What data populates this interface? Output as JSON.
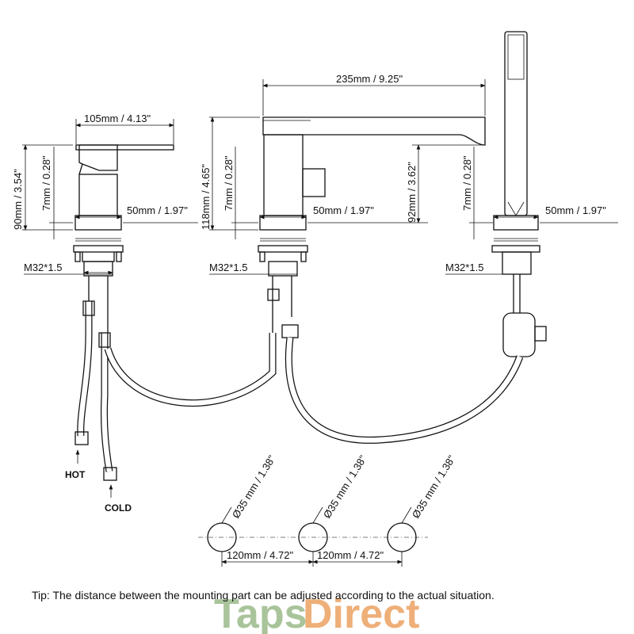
{
  "dimensions": {
    "basin_lever_width": "105mm / 4.13\"",
    "basin_height": "90mm / 3.54\"",
    "deck_thickness_left": "7mm / 0.28\"",
    "base_left": "50mm / 1.97\"",
    "thread_left": "M32*1.5",
    "spout_length": "235mm / 9.25\"",
    "spout_height": "118mm / 4.65\"",
    "deck_thickness_mid": "7mm / 0.28\"",
    "spout_outlet_height": "92mm / 3.62\"",
    "base_mid": "50mm / 1.97\"",
    "thread_mid": "M32*1.5",
    "deck_thickness_right": "7mm / 0.28\"",
    "base_right": "50mm / 1.97\"",
    "thread_right": "M32*1.5",
    "hole_1": "Ø35 mm / 1.38\"",
    "hole_2": "Ø35 mm / 1.38\"",
    "hole_3": "Ø35 mm / 1.38\"",
    "spacing_1": "120mm / 4.72\"",
    "spacing_2": "120mm / 4.72\""
  },
  "labels": {
    "hot": "HOT",
    "cold": "COLD"
  },
  "tip": "Tip:  The distance between the mounting part can be adjusted according to the actual situation.",
  "watermark": {
    "part1": "Taps",
    "part2": "Direct",
    "color1": "#a9c49a",
    "color2": "#eeaf78"
  }
}
